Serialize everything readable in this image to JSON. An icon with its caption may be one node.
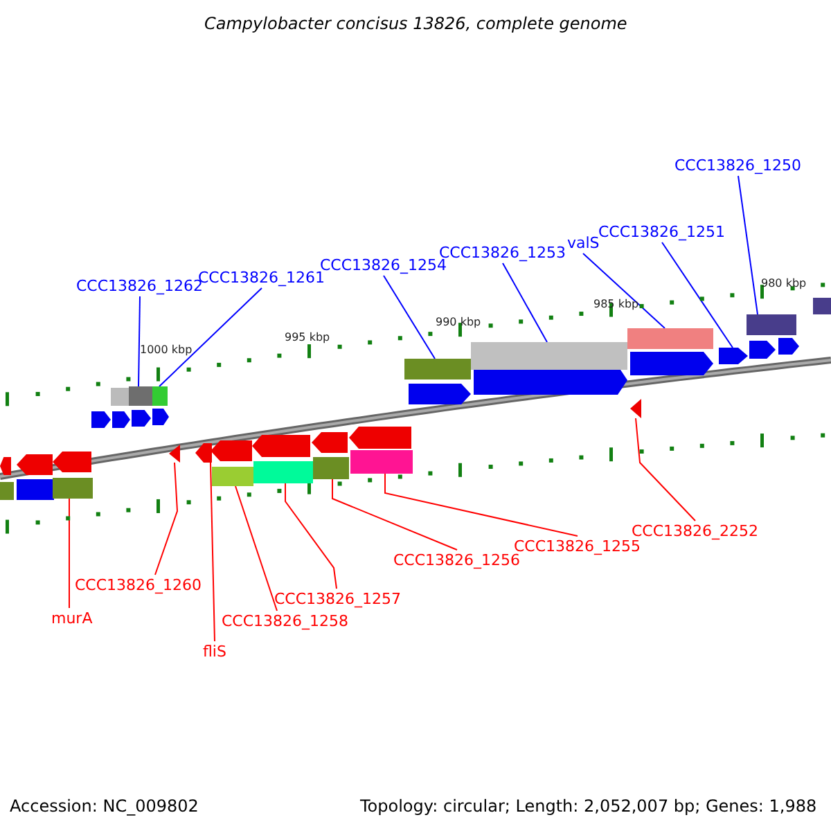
{
  "diagram": {
    "title": "Campylobacter concisus 13826, complete genome",
    "nodes": [
      {
        "text": [
          "CCC13826_1262"
        ]
      },
      {
        "text": [
          "CCC13826_1261"
        ]
      },
      {
        "text": [
          "CCC13826_1254"
        ]
      },
      {
        "text": [
          "CCC13826_1253"
        ]
      },
      {
        "text": [
          "valS"
        ]
      },
      {
        "text": [
          "CCC13826_1251"
        ]
      },
      {
        "text": [
          "CCC13826_1250"
        ]
      },
      {
        "text": [],
        "shape": "bar"
      },
      {
        "text": [],
        "shape": "bar"
      },
      {
        "text": [],
        "shape": "bar"
      },
      {
        "text": [],
        "shape": "bar"
      },
      {
        "text": [],
        "shape": "bar"
      },
      {
        "text": [],
        "shape": "arrow"
      },
      {
        "text": [],
        "shape": "bar"
      },
      {
        "text": [
          "murA"
        ]
      },
      {
        "text": [
          "CCC13826_1260"
        ]
      },
      {
        "text": [
          "fliS"
        ]
      },
      {
        "text": [
          "CCC13826_1258"
        ]
      },
      {
        "text": [
          "CCC13826_1257"
        ]
      },
      {
        "text": [
          "CCC13826_1256"
        ]
      },
      {
        "text": [
          "CCC13826_1255"
        ]
      },
      {
        "text": [
          "CCC13826_2252"
        ]
      },
      {
        "text": [],
        "shape": "bar"
      },
      {
        "text": [],
        "shape": "triangle"
      },
      {
        "text": [],
        "shape": "arrow"
      },
      {
        "text": [],
        "shape": "bar"
      },
      {
        "text": [],
        "shape": "bar"
      },
      {
        "text": [],
        "shape": "bar"
      },
      {
        "text": [],
        "shape": "bar"
      },
      {
        "text": [],
        "shape": "triangle"
      }
    ],
    "edges": [
      {
        "from": 0,
        "to": 7,
        "arrow": "none",
        "color": "#0000ff"
      },
      {
        "from": 1,
        "to": 8,
        "arrow": "none",
        "color": "#0000ff"
      },
      {
        "from": 2,
        "to": 9,
        "arrow": "none",
        "color": "#0000ff"
      },
      {
        "from": 3,
        "to": 10,
        "arrow": "none",
        "color": "#0000ff"
      },
      {
        "from": 4,
        "to": 11,
        "arrow": "none",
        "color": "#0000ff"
      },
      {
        "from": 5,
        "to": 12,
        "arrow": "none",
        "color": "#0000ff"
      },
      {
        "from": 6,
        "to": 13,
        "arrow": "none",
        "color": "#0000ff"
      },
      {
        "from": 14,
        "to": 22,
        "arrow": "none"
      },
      {
        "from": 15,
        "to": 23,
        "arrow": "none"
      },
      {
        "from": 16,
        "to": 24,
        "arrow": "none"
      },
      {
        "from": 17,
        "to": 25,
        "arrow": "none"
      },
      {
        "from": 18,
        "to": 26,
        "arrow": "none"
      },
      {
        "from": 19,
        "to": 27,
        "arrow": "none"
      },
      {
        "from": 20,
        "to": 28,
        "arrow": "none"
      },
      {
        "from": 21,
        "to": 29,
        "arrow": "none"
      }
    ],
    "labels": [
      "1000 kbp",
      "995 kbp",
      "990 kbp",
      "985 kbp",
      "980 kbp",
      "Accession: NC_009802",
      "Topology: circular; Length: 2,052,007 bp; Genes: 1,988"
    ]
  }
}
